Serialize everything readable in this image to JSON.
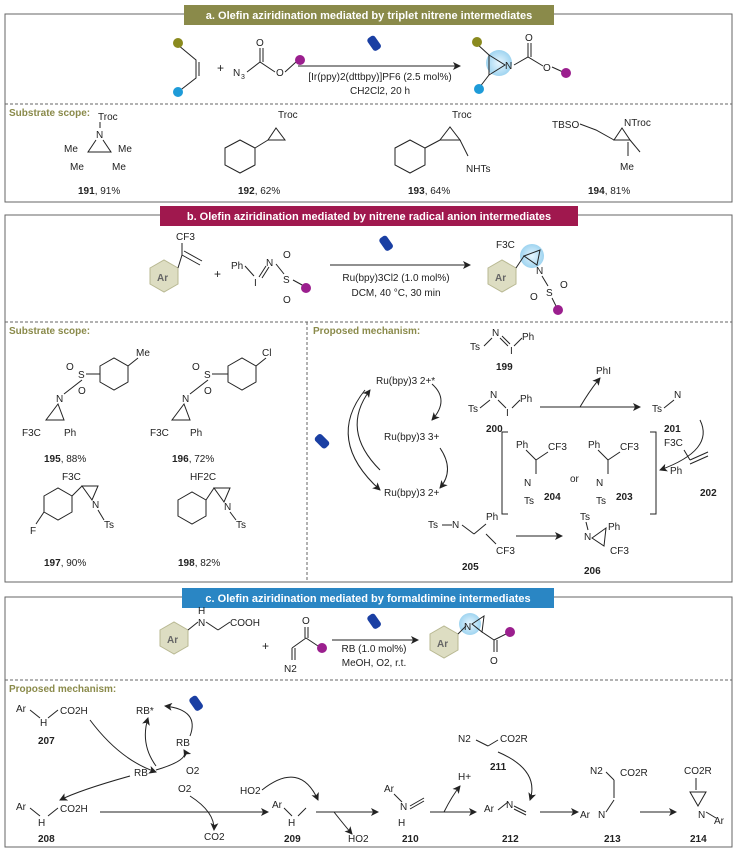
{
  "panels": {
    "a": {
      "title": "a. Olefin aziridination mediated by  triplet nitrene intermediates",
      "title_color": "#8a8a4a",
      "reagent_N3": "N",
      "reagent_sub3": "3",
      "reagent_O": "O",
      "reagent_O2": "O",
      "catalyst_line": "[Ir(ppy)2(dttbpy)]PF6 (2.5 mol%)",
      "solvent_line": "CH2Cl2, 20 h",
      "product_N": "N",
      "plus": "+",
      "scope_label": "Substrate scope:",
      "compounds": [
        {
          "num": "191",
          "yield": ", 91%"
        },
        {
          "num": "192",
          "yield": ", 62%"
        },
        {
          "num": "193",
          "yield": ", 64%"
        },
        {
          "num": "194",
          "yield": ", 81%"
        }
      ],
      "labels": {
        "troc": "Troc",
        "n": "N",
        "me": "Me",
        "nhts": "NHTs",
        "tbso": "TBSO",
        "ntroc": "NTroc"
      }
    },
    "b": {
      "title": "b. Olefin aziridination mediated by nitrene radical anion intermediates",
      "title_color": "#a0184e",
      "cf3": "CF3",
      "ar": "Ar",
      "ph": "Ph",
      "i": "I",
      "n": "N",
      "s": "S",
      "o": "O",
      "plus": "+",
      "f3c": "F3C",
      "catalyst_line": "Ru(bpy)3Cl2 (1.0 mol%)",
      "conditions_line": "DCM, 40 °C, 30 min",
      "scope_label": "Substrate scope:",
      "mech_label": "Proposed mechanism:",
      "compounds": [
        {
          "num": "195",
          "yield": ", 88%"
        },
        {
          "num": "196",
          "yield": ", 72%"
        },
        {
          "num": "197",
          "yield": ", 90%"
        },
        {
          "num": "198",
          "yield": ", 82%"
        }
      ],
      "labels": {
        "me": "Me",
        "cl": "Cl",
        "f": "F",
        "ts": "Ts",
        "hf2c": "HF2C",
        "or": "or",
        "phi": "PhI"
      },
      "mech": {
        "ru_2plus_star": "Ru(bpy)3 2+*",
        "ru_3plus": "Ru(bpy)3 3+",
        "ru_2plus": "Ru(bpy)3 2+",
        "c199": "199",
        "c200": "200",
        "c201": "201",
        "c202": "202",
        "c203": "203",
        "c204": "204",
        "c205": "205",
        "c206": "206"
      }
    },
    "c": {
      "title": "c. Olefin aziridination mediated by formaldimine intermediates",
      "title_color": "#2a86c4",
      "ar": "Ar",
      "h": "H",
      "n": "N",
      "cooh": "COOH",
      "o": "O",
      "n2": "N2",
      "plus": "+",
      "catalyst_line": "RB (1.0 mol%)",
      "conditions_line": "MeOH, O2, r.t.",
      "mech_label": "Proposed mechanism:",
      "labels": {
        "rb_star": "RB*",
        "rb": "RB",
        "rb_rad": "RB",
        "o2": "O2",
        "o2rad": "O2",
        "co2h": "CO2H",
        "ho2": "HO2",
        "co2": "CO2",
        "hplus": "H+",
        "co2r": "CO2R"
      },
      "compounds": [
        "207",
        "208",
        "209",
        "210",
        "211",
        "212",
        "213",
        "214"
      ]
    }
  },
  "colors": {
    "olive": "#8a8a4a",
    "olive_light": "#c8c89a",
    "crimson": "#a0184e",
    "blue": "#2a86c4",
    "dot_olive": "#8a8a1e",
    "dot_blue": "#1e9bd8",
    "dot_purple": "#9b1f8e",
    "highlight": "#bfe3f5"
  }
}
